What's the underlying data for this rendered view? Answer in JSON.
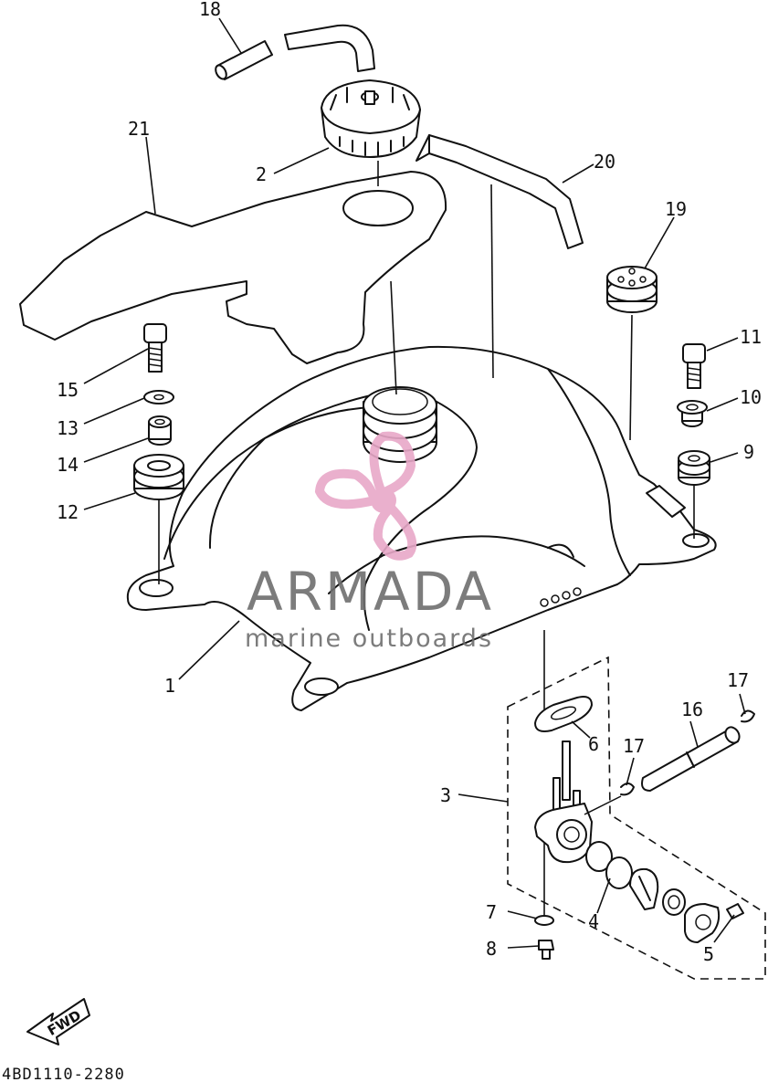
{
  "diagram_code": "4BD1110-2280",
  "fwd_label": "FWD",
  "watermark": {
    "title": "ARMADA",
    "subtitle": "marine outboards",
    "title_color": "#6e6e6e",
    "logo_color": "#e8a8c8"
  },
  "callouts": [
    {
      "id": "c18a",
      "label": "18"
    },
    {
      "id": "c21",
      "label": "21"
    },
    {
      "id": "c2",
      "label": "2"
    },
    {
      "id": "c20",
      "label": "20"
    },
    {
      "id": "c19",
      "label": "19"
    },
    {
      "id": "c11",
      "label": "11"
    },
    {
      "id": "c10",
      "label": "10"
    },
    {
      "id": "c9",
      "label": "9"
    },
    {
      "id": "c15",
      "label": "15"
    },
    {
      "id": "c13",
      "label": "13"
    },
    {
      "id": "c14",
      "label": "14"
    },
    {
      "id": "c12",
      "label": "12"
    },
    {
      "id": "c1",
      "label": "1"
    },
    {
      "id": "c6",
      "label": "6"
    },
    {
      "id": "c17a",
      "label": "17"
    },
    {
      "id": "c16",
      "label": "16"
    },
    {
      "id": "c17b",
      "label": "17"
    },
    {
      "id": "c3",
      "label": "3"
    },
    {
      "id": "c4",
      "label": "4"
    },
    {
      "id": "c7",
      "label": "7"
    },
    {
      "id": "c8",
      "label": "8"
    },
    {
      "id": "c5",
      "label": "5"
    }
  ]
}
